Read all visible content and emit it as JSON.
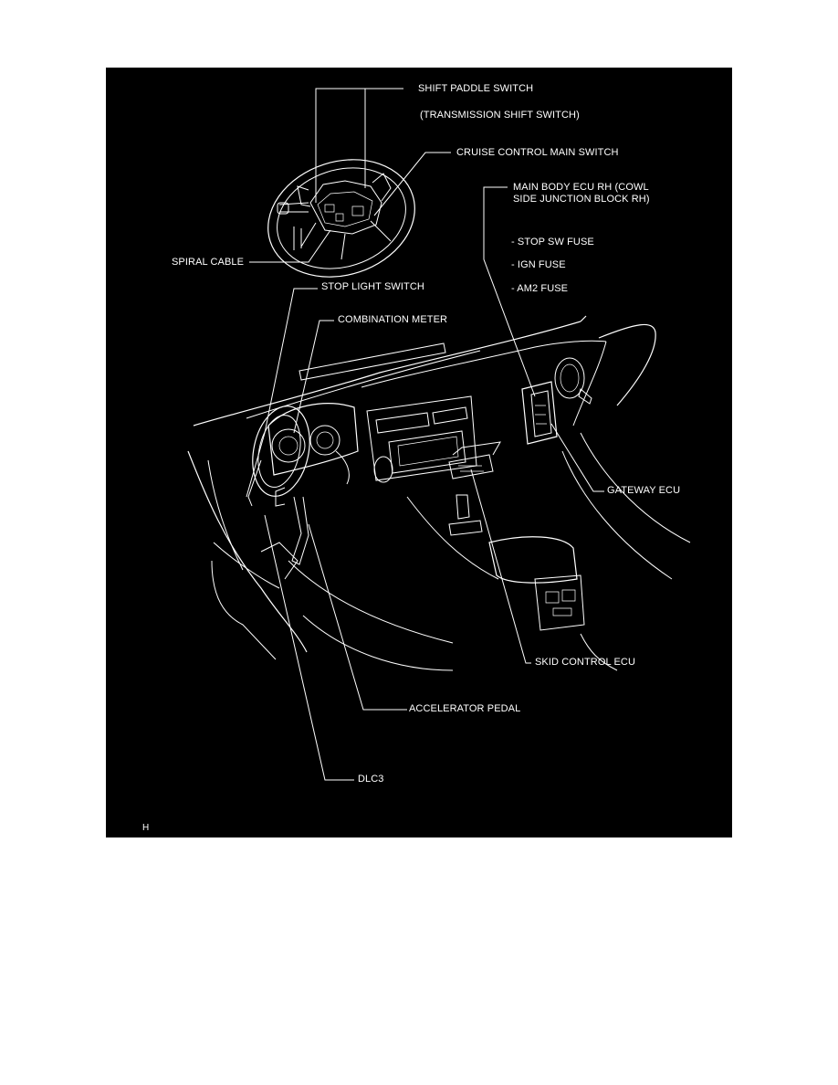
{
  "labels": {
    "shift_paddle_switch": "SHIFT PADDLE SWITCH",
    "transmission_shift_switch": "(TRANSMISSION SHIFT SWITCH)",
    "cruise_control_main_switch": "CRUISE CONTROL MAIN SWITCH",
    "main_body_ecu": "MAIN BODY ECU RH (COWL\nSIDE JUNCTION BLOCK RH)",
    "fuse_1": "- STOP SW FUSE",
    "fuse_2": "- IGN FUSE",
    "fuse_3": "- AM2 FUSE",
    "spiral_cable": "SPIRAL CABLE",
    "stop_light_switch": "STOP LIGHT SWITCH",
    "combination_meter": "COMBINATION METER",
    "gateway_ecu": "GATEWAY ECU",
    "skid_control_ecu": "SKID CONTROL ECU",
    "accelerator_pedal": "ACCELERATOR PEDAL",
    "dlc3": "DLC3"
  },
  "corner_code": "H",
  "colors": {
    "background": "#000000",
    "line": "#ffffff",
    "page": "#ffffff"
  }
}
